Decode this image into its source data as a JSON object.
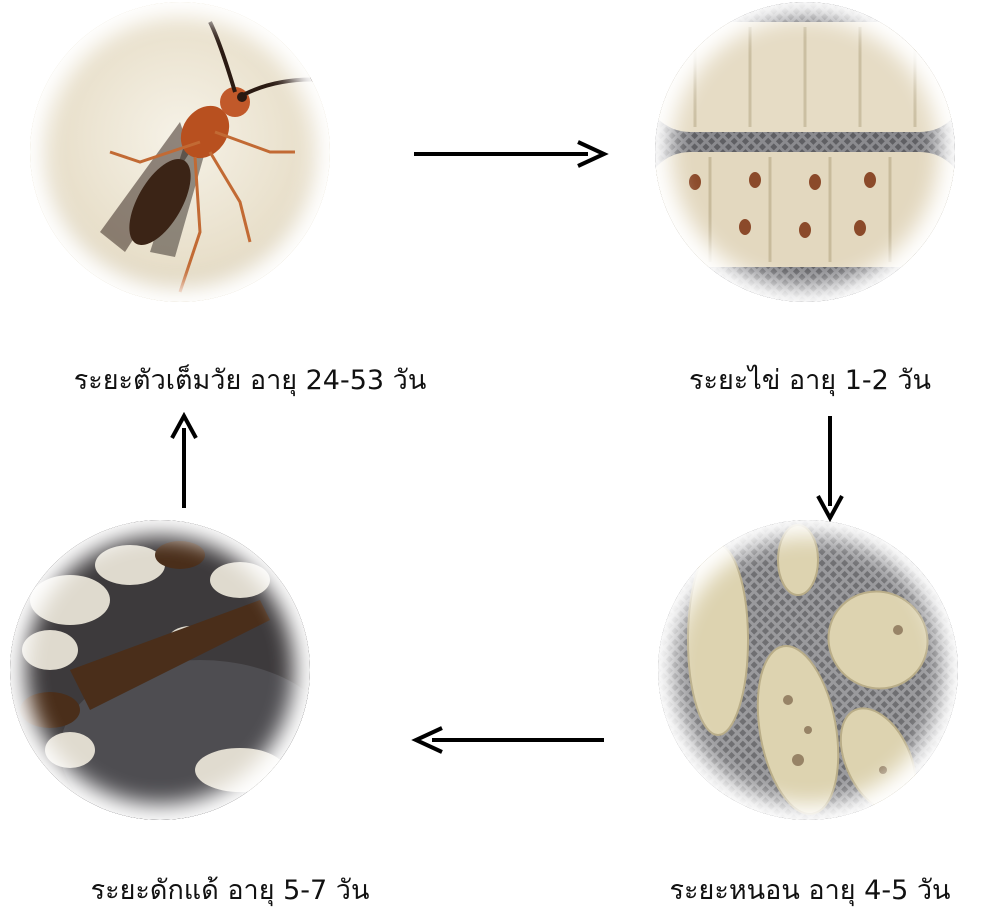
{
  "stages": {
    "adult": {
      "label": "ระยะตัวเต็มวัย อายุ 24-53 วัน",
      "photo": "adult-wasp-photo"
    },
    "egg": {
      "label": "ระยะไข่ อายุ 1-2 วัน",
      "photo": "eggs-on-host-larva-photo"
    },
    "larva": {
      "label": "ระยะหนอน อายุ 4-5 วัน",
      "photo": "larvae-on-mesh-photo"
    },
    "pupa": {
      "label": "ระยะดักแด้ อายุ 5-7 วัน",
      "photo": "pupae-cocoons-photo"
    }
  },
  "arrows": [
    "arrow-right-icon",
    "arrow-down-icon",
    "arrow-left-icon",
    "arrow-up-icon"
  ],
  "colors": {
    "arrow": "#000000",
    "adult_bg": "#ede6d3",
    "wasp_body": "#b8501f",
    "host_larva": "#e6dcc5",
    "egg_spot": "#8b4a2a",
    "mesh": "#6f6f72",
    "larva_body": "#ddd3b0",
    "pupa_bg": "#3d3a3c",
    "cocoon": "#e8e3d6",
    "pupa_dark": "#4a2e1a"
  }
}
